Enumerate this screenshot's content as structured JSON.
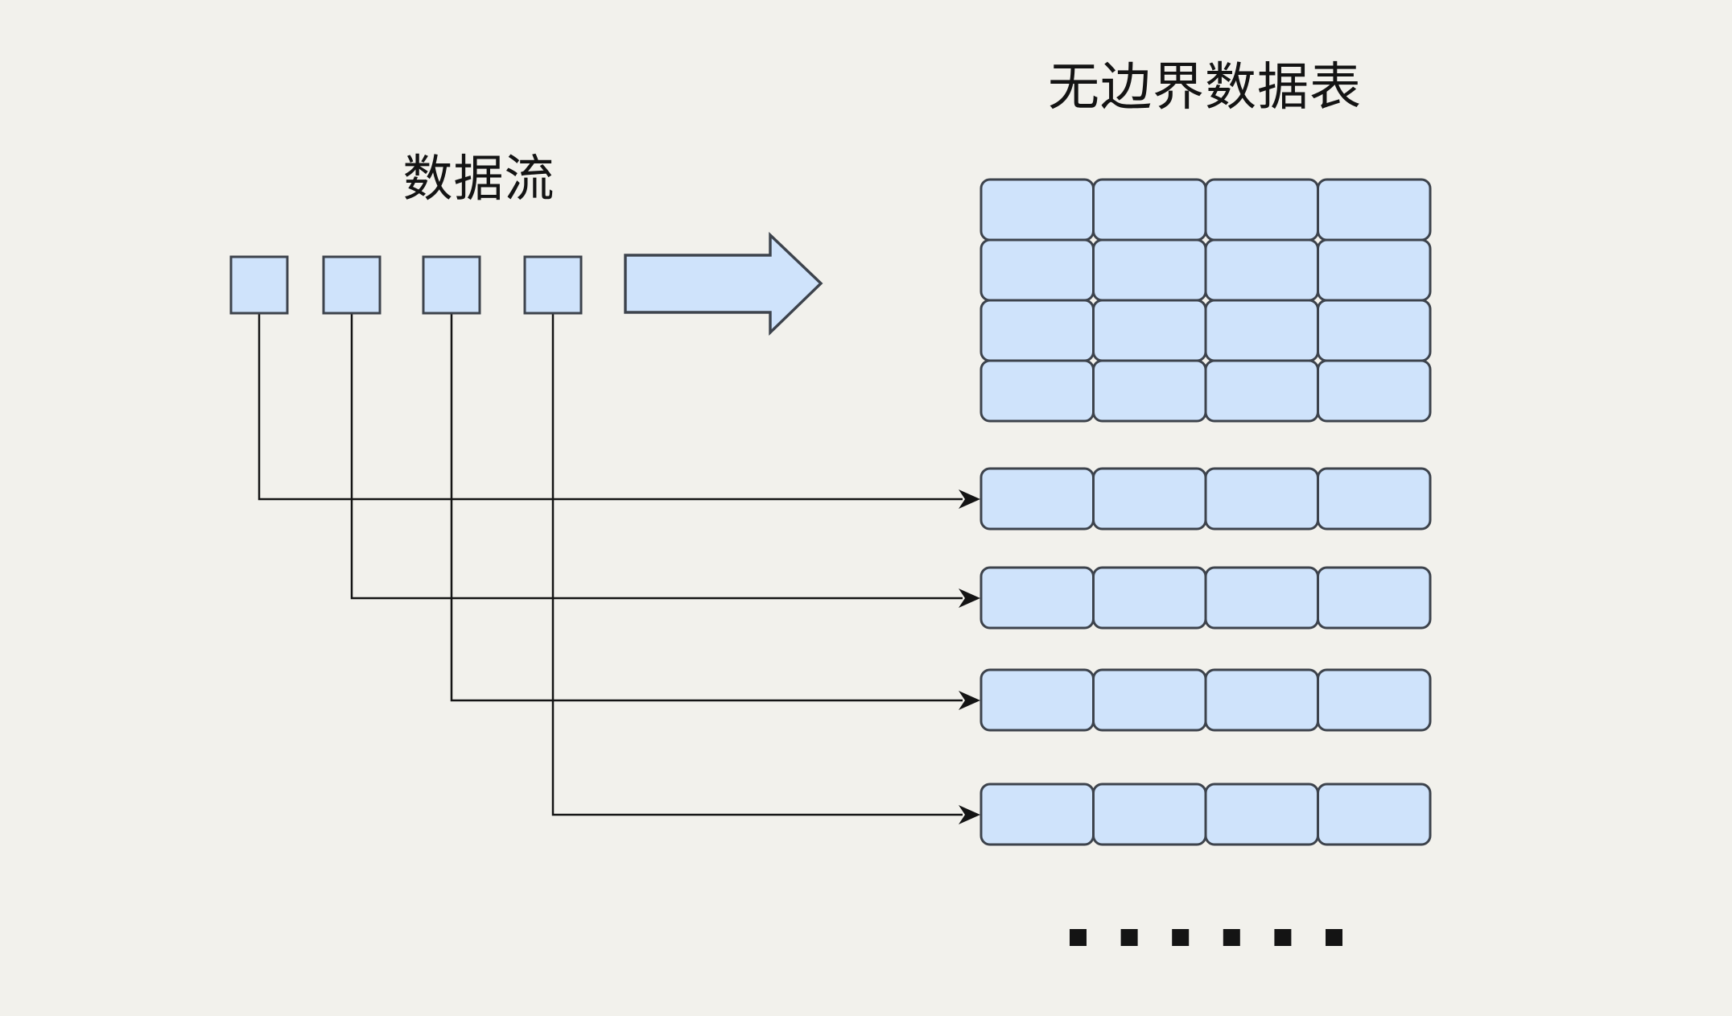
{
  "canvas": {
    "background": "#f2f1ec"
  },
  "palette": {
    "shape_fill": "#cfe3fb",
    "shape_border": "#3d434c",
    "connector_color": "#141414",
    "text_color": "#141414"
  },
  "stream": {
    "label": "数据流",
    "square_count": 4
  },
  "unbounded_table": {
    "title": "无边界数据表",
    "grid": {
      "rows": 4,
      "cols": 4
    },
    "streamed_rows": {
      "count": 4,
      "cols": 4
    }
  },
  "ellipsis": {
    "dot_count": 6
  }
}
